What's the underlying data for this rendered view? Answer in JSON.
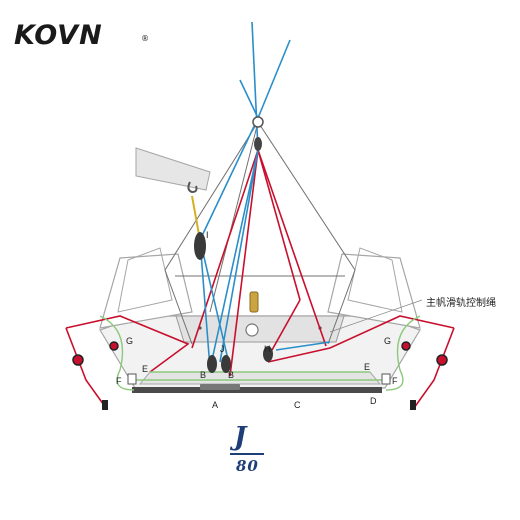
{
  "brand": {
    "logo_text": "KOVN",
    "logo_mark": "®"
  },
  "callout": {
    "text": "主帆滑轨控制绳"
  },
  "labels": {
    "A": "A",
    "B_left": "B",
    "B_right": "B",
    "C": "C",
    "D": "D",
    "E_left": "E",
    "E_right": "E",
    "F_left": "F",
    "F_right": "F",
    "G_left": "G",
    "G_right": "G",
    "H": "H",
    "I": "I",
    "J": "J"
  },
  "class_logo": {
    "top": "J",
    "bottom": "80"
  },
  "colors": {
    "red_line": "#c8102e",
    "blue_line": "#2a8fc9",
    "green_line": "#8cc97a",
    "rope_grey": "#707070",
    "hull_outline": "#a6a6a6",
    "deck_fill": "#f2f2f2",
    "boom_fill": "#e6e6e6",
    "track_fill": "#4a4a4a",
    "brand_blue": "#1f3e78"
  },
  "icons": [
    "pulley-block-icon",
    "cam-cleat-icon",
    "hook-icon",
    "winch-icon",
    "fairlead-icon"
  ]
}
